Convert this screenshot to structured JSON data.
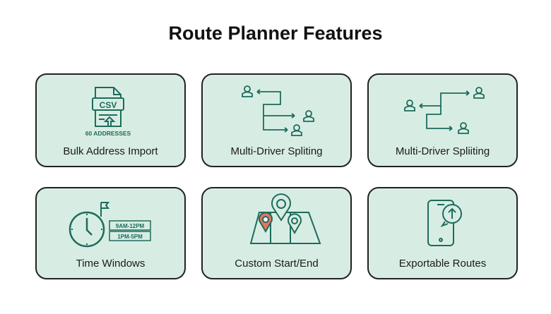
{
  "title": "Route Planner Features",
  "colors": {
    "accent": "#1e6b5c",
    "card_bg": "#d7ede3",
    "pin_highlight": "#e8735f"
  },
  "cards": [
    {
      "label": "Bulk Address Import",
      "icon": "csv-file-icon",
      "file_type": "CSV",
      "caption": "60 ADDRESSES"
    },
    {
      "label": "Multi-Driver Spliting",
      "icon": "driver-split-icon"
    },
    {
      "label": "Multi-Driver Spliiting",
      "icon": "driver-split-icon"
    },
    {
      "label": "Time Windows",
      "icon": "clock-icon",
      "windows": [
        "9AM-12PM",
        "1PM-5PM"
      ]
    },
    {
      "label": "Custom Start/End",
      "icon": "map-pins-icon"
    },
    {
      "label": "Exportable Routes",
      "icon": "phone-export-icon"
    }
  ]
}
